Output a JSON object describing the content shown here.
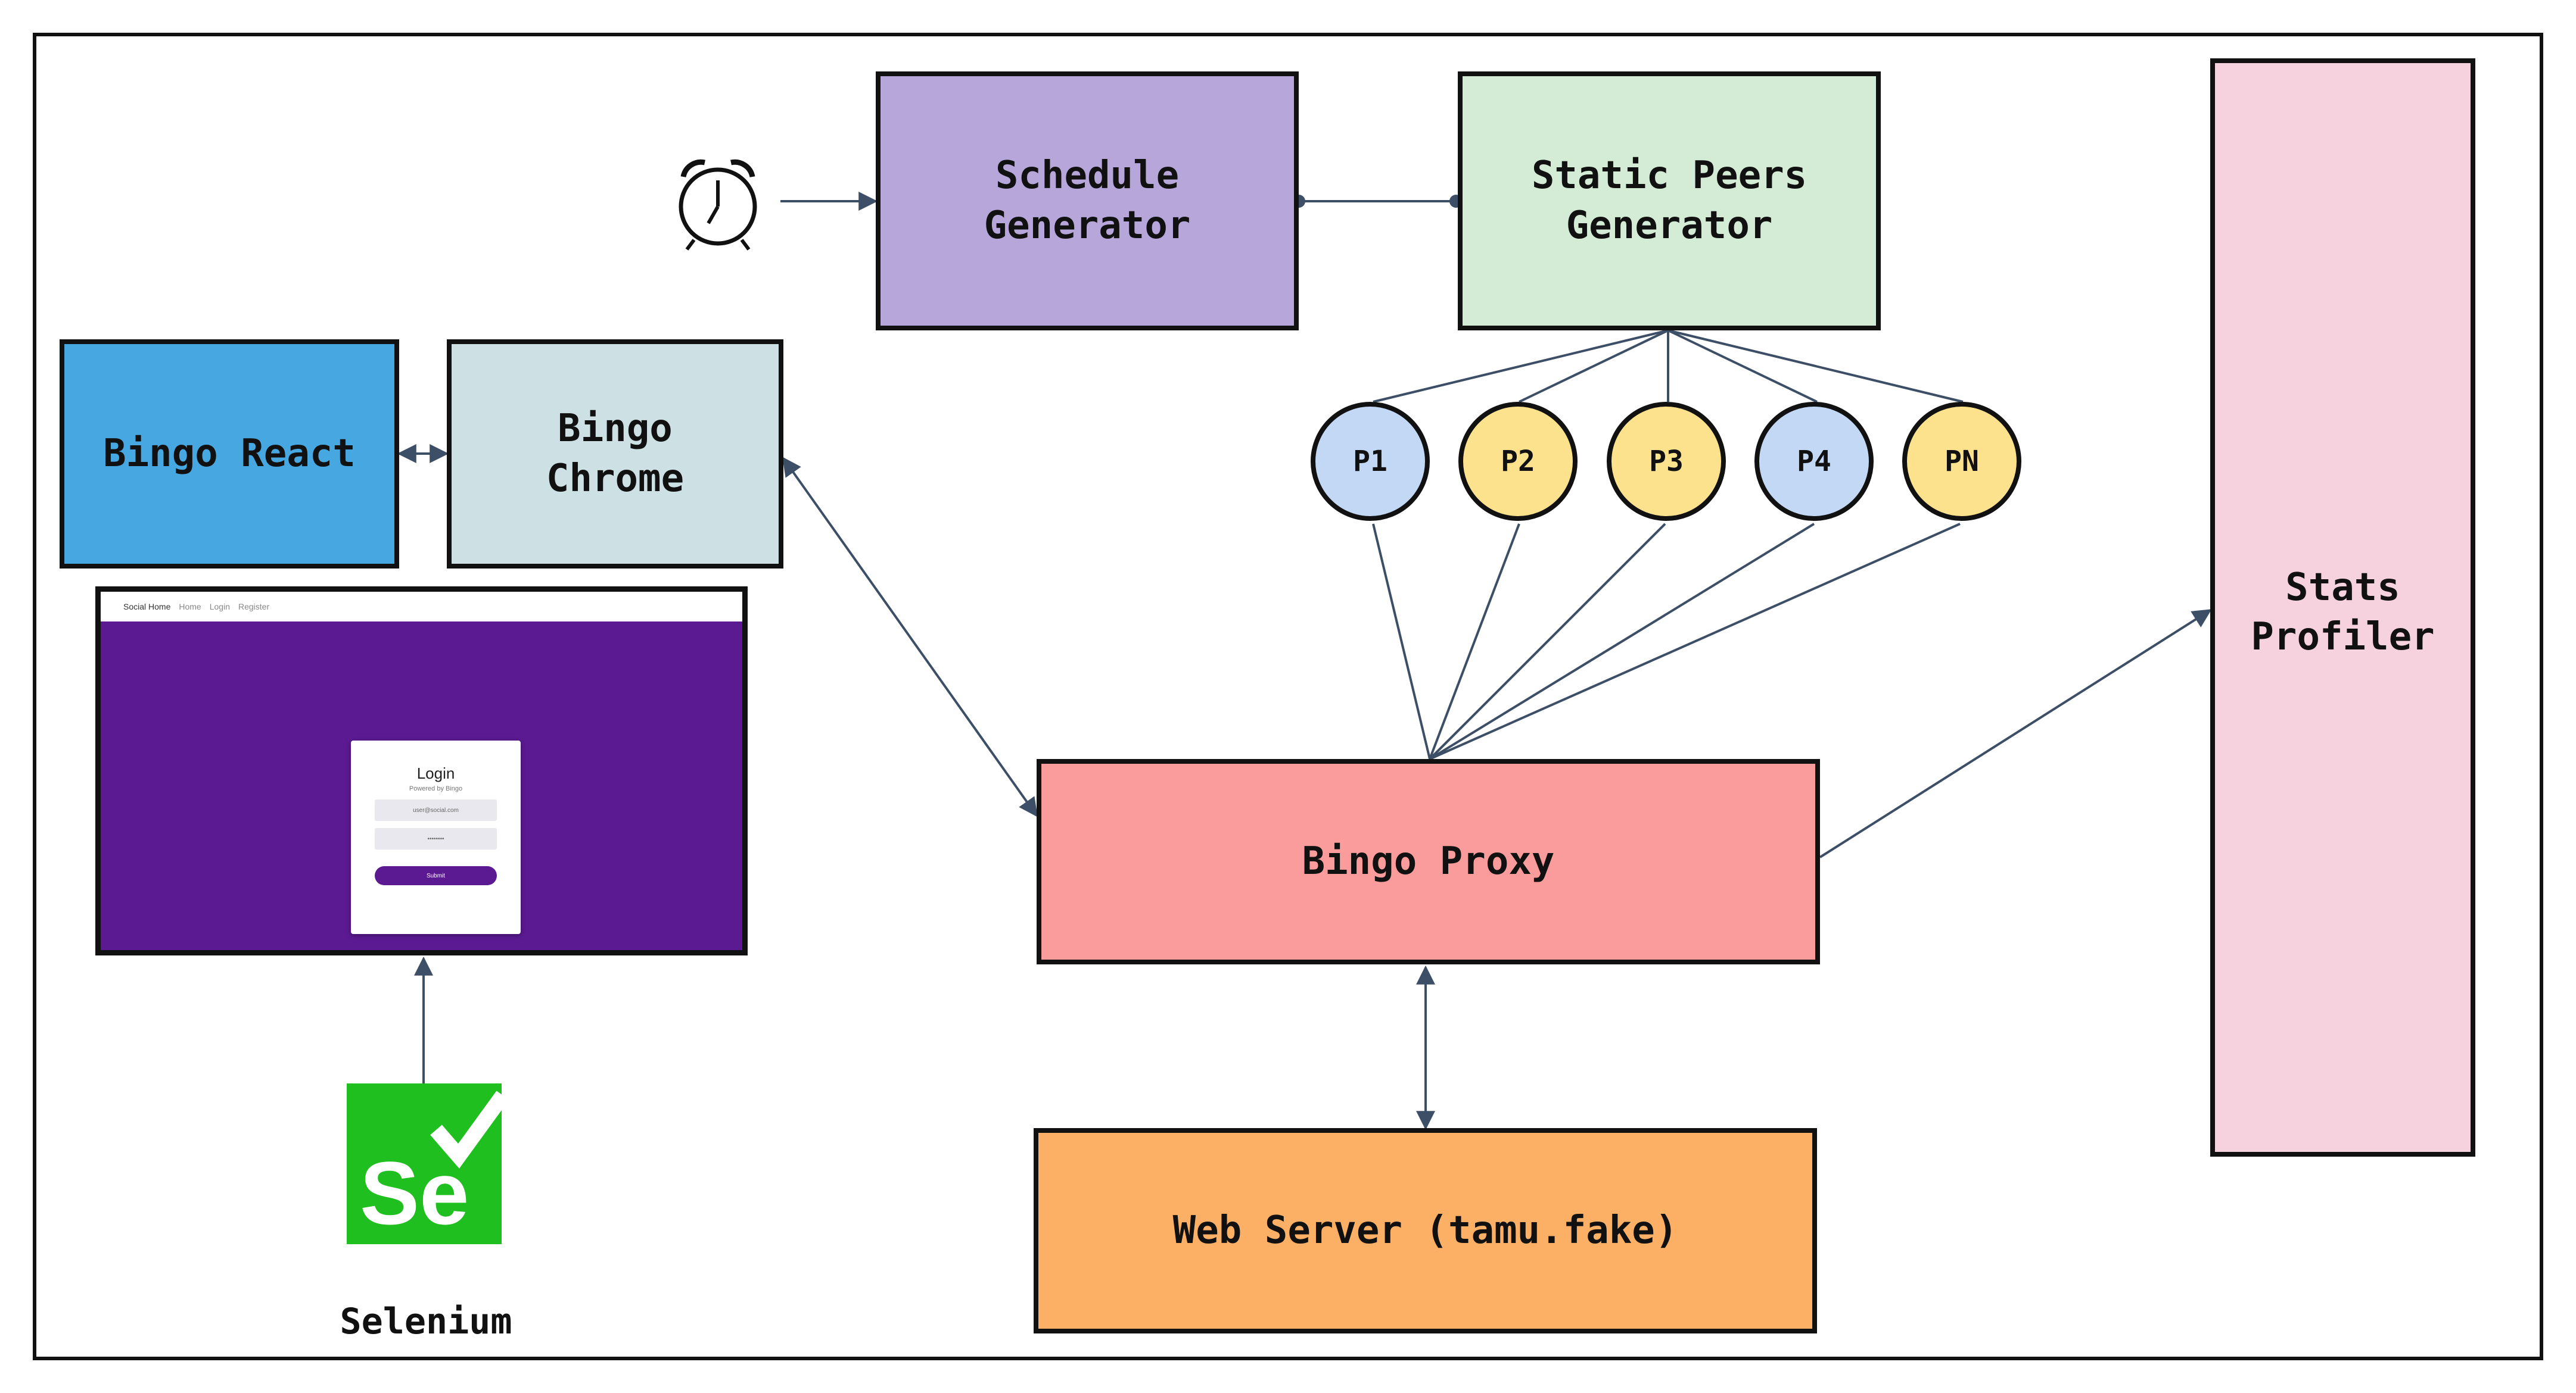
{
  "nodes": {
    "schedule_generator": {
      "label": "Schedule\nGenerator",
      "color": "#b7a6da"
    },
    "static_peers_generator": {
      "label": "Static Peers\nGenerator",
      "color": "#d4ebd5"
    },
    "bingo_react": {
      "label": "Bingo React",
      "color": "#47a7e0"
    },
    "bingo_chrome": {
      "label": "Bingo\nChrome",
      "color": "#cde0e3"
    },
    "bingo_proxy": {
      "label": "Bingo Proxy",
      "color": "#fb9c9c"
    },
    "web_server": {
      "label": "Web Server (tamu.fake)",
      "color": "#fcb066"
    },
    "stats_profiler": {
      "label": "Stats\nProfiler",
      "color": "#f5d2de"
    }
  },
  "peers": [
    {
      "label": "P1",
      "color": "#c2d8f5"
    },
    {
      "label": "P2",
      "color": "#fde28e"
    },
    {
      "label": "P3",
      "color": "#fde28e"
    },
    {
      "label": "P4",
      "color": "#c2d8f5"
    },
    {
      "label": "PN",
      "color": "#fde28e"
    }
  ],
  "browser_screenshot": {
    "nav_brand": "Social Home",
    "nav_links": [
      "Home",
      "Login",
      "Register"
    ],
    "card_title": "Login",
    "card_subtitle": "Powered by Bingo",
    "email_field": "user@social.com",
    "password_field": "••••••••",
    "submit_label": "Submit",
    "background_color": "#5b1a91"
  },
  "selenium": {
    "label": "Selenium",
    "logo_text": "Se",
    "logo_color": "#1fbf1f"
  },
  "icons": {
    "clock": "alarm-clock-icon",
    "selenium": "selenium-logo-icon"
  },
  "edge_color": "#3d4f66"
}
